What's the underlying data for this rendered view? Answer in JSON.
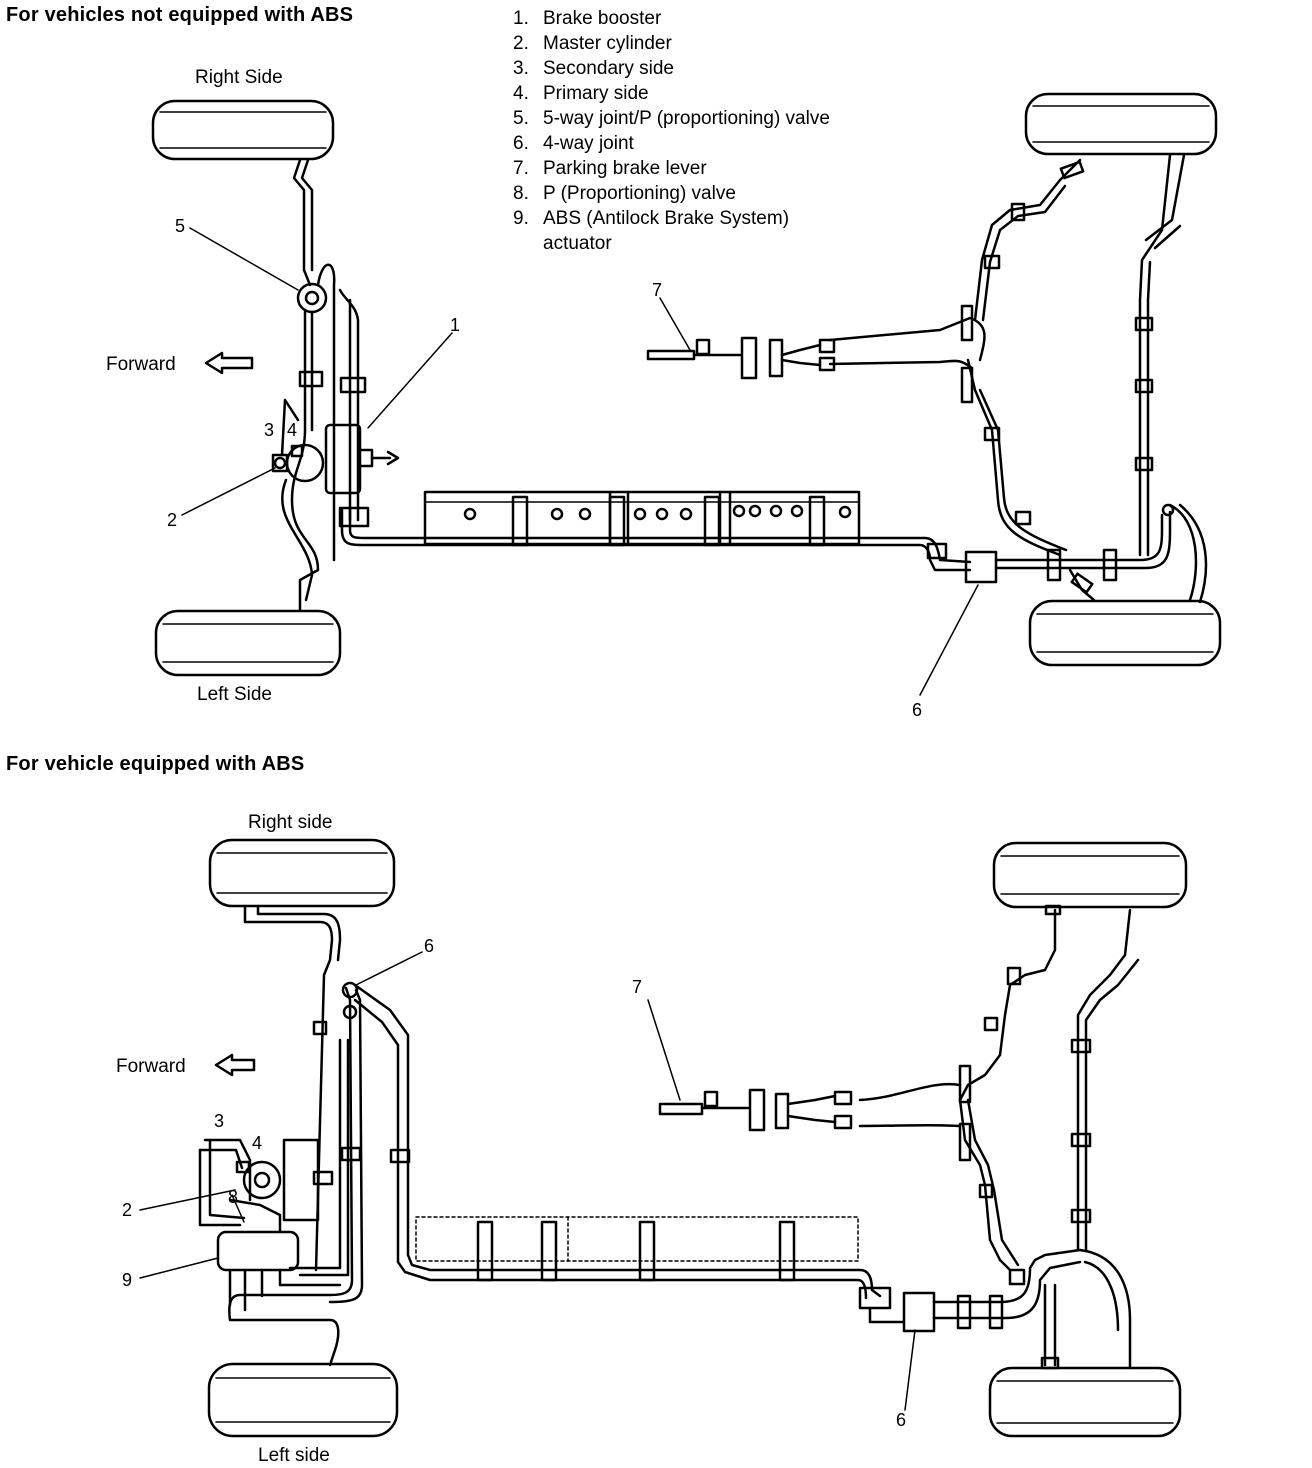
{
  "headings": {
    "no_abs": "For vehicles not equipped with ABS",
    "abs": "For vehicle equipped with ABS"
  },
  "legend": [
    {
      "num": "1.",
      "text": "Brake booster"
    },
    {
      "num": "2.",
      "text": "Master cylinder"
    },
    {
      "num": "3.",
      "text": "Secondary side"
    },
    {
      "num": "4.",
      "text": "Primary side"
    },
    {
      "num": "5.",
      "text": "5-way joint/P (proportioning) valve"
    },
    {
      "num": "6.",
      "text": "4-way joint"
    },
    {
      "num": "7.",
      "text": "Parking brake lever"
    },
    {
      "num": "8.",
      "text": "P (Proportioning) valve"
    },
    {
      "num": "9.",
      "text": "ABS (Antilock Brake System)",
      "cont": "actuator"
    }
  ],
  "diagram_top": {
    "right_side": "Right Side",
    "left_side": "Left Side",
    "forward": "Forward",
    "callouts": {
      "c1": "1",
      "c2": "2",
      "c3": "3",
      "c4": "4",
      "c5": "5",
      "c6": "6",
      "c7": "7"
    }
  },
  "diagram_bottom": {
    "right_side": "Right side",
    "left_side": "Left side",
    "forward": "Forward",
    "callouts": {
      "c2": "2",
      "c3": "3",
      "c4": "4",
      "c6a": "6",
      "c6b": "6",
      "c7": "7",
      "c8": "8",
      "c9": "9"
    }
  }
}
